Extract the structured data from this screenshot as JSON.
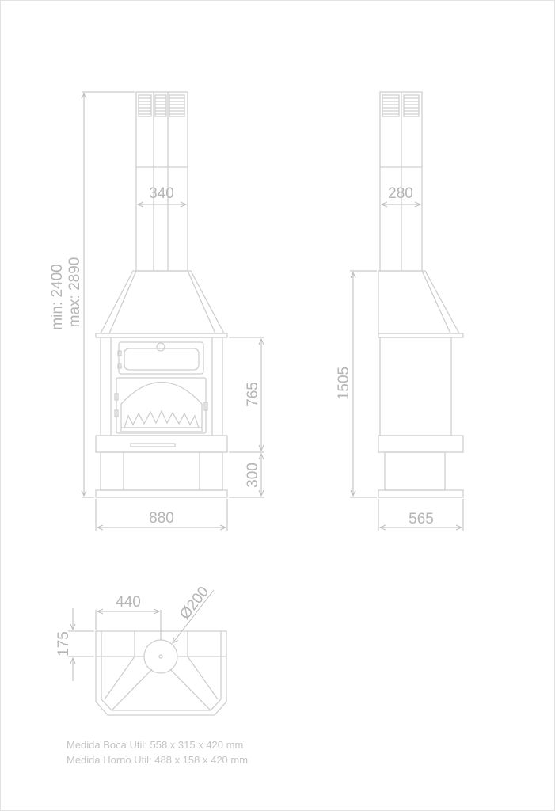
{
  "front_view": {
    "chimney_width": "340",
    "height_min": "min: 2400",
    "height_max": "max: 2890",
    "body_height": "765",
    "base_height": "300",
    "total_width": "880"
  },
  "side_view": {
    "chimney_width": "280",
    "height": "1505",
    "depth": "565"
  },
  "top_view": {
    "offset": "440",
    "depth": "175",
    "flue_diameter": "Ø200"
  },
  "notes": {
    "boca": "Medida Boca Util: 558 x 315 x 420 mm",
    "horno": "Medida Horno Util: 488 x 158 x 420 mm"
  }
}
